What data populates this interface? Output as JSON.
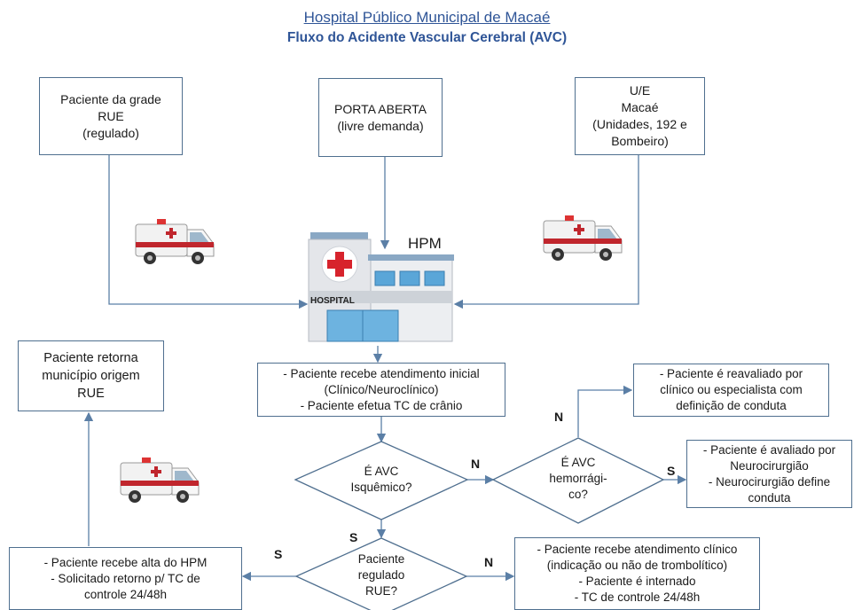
{
  "header": {
    "title": "Hospital Público Municipal de Macaé",
    "subtitle": "Fluxo do Acidente Vascular Cerebral (AVC)"
  },
  "sources": {
    "rue": "Paciente da grade\nRUE\n(regulado)",
    "porta": "PORTA ABERTA\n(livre demanda)",
    "ue": "U/E\nMacaé\n(Unidades, 192 e\nBombeiro)"
  },
  "hospital": {
    "name": "HPM",
    "sign": "HOSPITAL"
  },
  "steps": {
    "initial": "- Paciente recebe atendimento inicial\n(Clínico/Neuroclínico)\n- Paciente efetua TC de crânio",
    "retorna": "Paciente retorna\nmunicípio origem\nRUE",
    "reavaliado": "- Paciente é reavaliado por\nclínico ou especialista com\ndefinição de conduta",
    "neurocirurgia": "- Paciente é avaliado por\nNeurocirurgião\n- Neurocirurgião define\nconduta",
    "alta": "- Paciente recebe alta do HPM\n- Solicitado retorno p/ TC de\ncontrole 24/48h",
    "internado": "- Paciente recebe atendimento clínico\n(indicação ou não de trombolítico)\n- Paciente é internado\n- TC de controle 24/48h"
  },
  "decisions": {
    "isquemico": "É AVC\nIsquêmico?",
    "hemorragico": "É AVC\nhemorrági-\nco?",
    "regulado": "Paciente\nregulado\nRUE?"
  },
  "labels": {
    "n_isq": "N",
    "s_isq": "S",
    "n_hem": "N",
    "s_hem": "S",
    "s_reg": "S",
    "n_reg": "N"
  },
  "colors": {
    "title": "#2f5597",
    "line": "#5b7fa6",
    "box_border": "#4f6f8f"
  },
  "icons": [
    "ambulance-icon",
    "hospital-building-icon"
  ]
}
